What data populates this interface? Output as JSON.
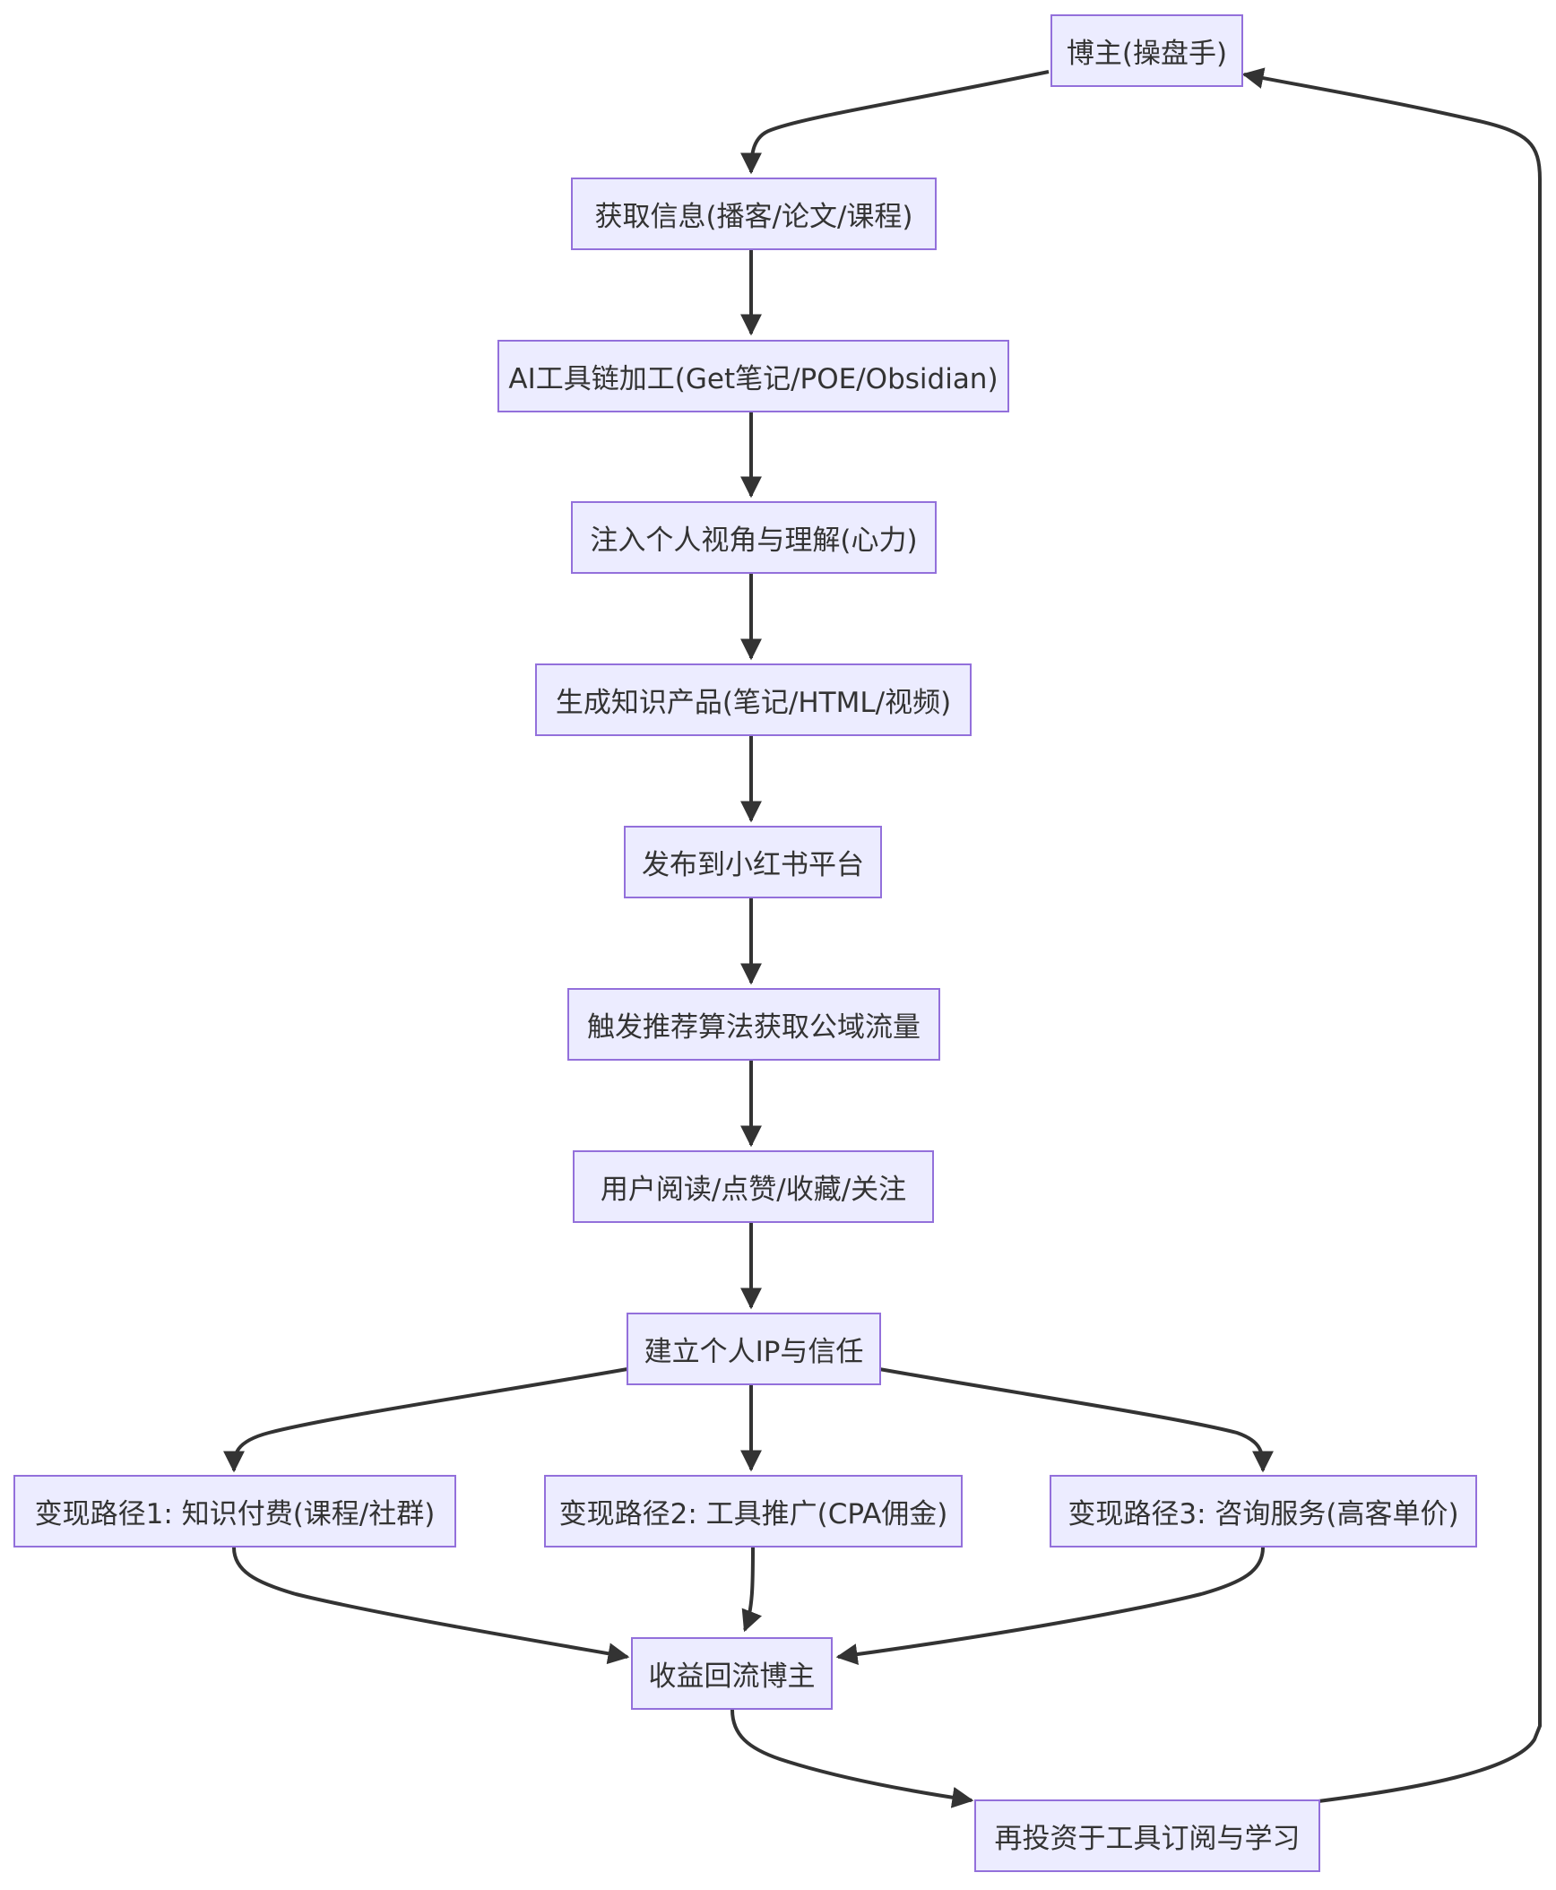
{
  "colors": {
    "node_fill": "#ececff",
    "node_border": "#9370db",
    "edge": "#333333",
    "text": "#333333"
  },
  "nodes": {
    "blogger": "博主(操盘手)",
    "gather": "获取信息(播客/论文/课程)",
    "ai_tools": "AI工具链加工(Get笔记/POE/Obsidian)",
    "perspective": "注入个人视角与理解(心力)",
    "produce": "生成知识产品(笔记/HTML/视频)",
    "publish": "发布到小红书平台",
    "algorithm": "触发推荐算法获取公域流量",
    "engage": "用户阅读/点赞/收藏/关注",
    "ip_trust": "建立个人IP与信任",
    "path1": "变现路径1: 知识付费(课程/社群)",
    "path2": "变现路径2: 工具推广(CPA佣金)",
    "path3": "变现路径3: 咨询服务(高客单价)",
    "revenue": "收益回流博主",
    "reinvest": "再投资于工具订阅与学习"
  },
  "edges": [
    [
      "blogger",
      "gather"
    ],
    [
      "gather",
      "ai_tools"
    ],
    [
      "ai_tools",
      "perspective"
    ],
    [
      "perspective",
      "produce"
    ],
    [
      "produce",
      "publish"
    ],
    [
      "publish",
      "algorithm"
    ],
    [
      "algorithm",
      "engage"
    ],
    [
      "engage",
      "ip_trust"
    ],
    [
      "ip_trust",
      "path1"
    ],
    [
      "ip_trust",
      "path2"
    ],
    [
      "ip_trust",
      "path3"
    ],
    [
      "path1",
      "revenue"
    ],
    [
      "path2",
      "revenue"
    ],
    [
      "path3",
      "revenue"
    ],
    [
      "revenue",
      "reinvest"
    ],
    [
      "reinvest",
      "blogger"
    ]
  ]
}
